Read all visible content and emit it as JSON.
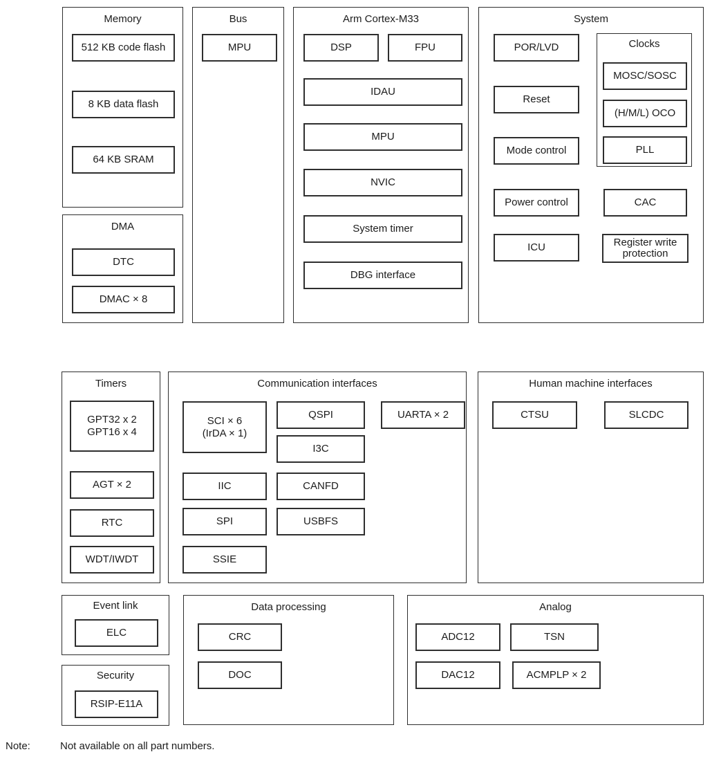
{
  "colors": {
    "background": "#ffffff",
    "border": "#2e2e2e",
    "text": "#1c1c1c"
  },
  "note": {
    "label": "Note:",
    "text": "Not available on all part numbers."
  },
  "panels": {
    "memory": {
      "title": "Memory",
      "items": [
        {
          "label": "512 KB code flash"
        },
        {
          "label": "8 KB data flash"
        },
        {
          "label": "64 KB SRAM"
        }
      ]
    },
    "dma": {
      "title": "DMA",
      "items": [
        {
          "label": "DTC"
        },
        {
          "label": "DMAC × 8"
        }
      ]
    },
    "bus": {
      "title": "Bus",
      "items": [
        {
          "label": "MPU"
        }
      ]
    },
    "cortex": {
      "title": "Arm Cortex-M33",
      "items": [
        {
          "label": "DSP"
        },
        {
          "label": "FPU"
        },
        {
          "label": "IDAU"
        },
        {
          "label": "MPU"
        },
        {
          "label": "NVIC"
        },
        {
          "label": "System timer"
        },
        {
          "label": "DBG interface"
        }
      ]
    },
    "system": {
      "title": "System",
      "items": [
        {
          "label": "POR/LVD"
        },
        {
          "label": "Reset"
        },
        {
          "label": "Mode control"
        },
        {
          "label": "Power control"
        },
        {
          "label": "ICU"
        },
        {
          "label": "CAC"
        },
        {
          "label": "Register write protection"
        }
      ],
      "clocks": {
        "title": "Clocks",
        "items": [
          {
            "label": "MOSC/SOSC"
          },
          {
            "label": "(H/M/L) OCO"
          },
          {
            "label": "PLL"
          }
        ]
      }
    },
    "timers": {
      "title": "Timers",
      "items": [
        {
          "lines": [
            "GPT32 x 2",
            "GPT16 x 4"
          ]
        },
        {
          "label": "AGT × 2"
        },
        {
          "label": "RTC"
        },
        {
          "label": "WDT/IWDT"
        }
      ]
    },
    "comm": {
      "title": "Communication interfaces",
      "items": [
        {
          "lines": [
            "SCI × 6",
            "(IrDA × 1)"
          ]
        },
        {
          "label": "QSPI"
        },
        {
          "label": "I3C"
        },
        {
          "label": "UARTA × 2"
        },
        {
          "label": "IIC"
        },
        {
          "label": "CANFD"
        },
        {
          "label": "SPI"
        },
        {
          "label": "USBFS"
        },
        {
          "label": "SSIE"
        }
      ]
    },
    "hmi": {
      "title": "Human machine interfaces",
      "items": [
        {
          "label": "CTSU"
        },
        {
          "label": "SLCDC"
        }
      ]
    },
    "event_link": {
      "title": "Event link",
      "items": [
        {
          "label": "ELC"
        }
      ]
    },
    "security": {
      "title": "Security",
      "items": [
        {
          "label": "RSIP-E11A"
        }
      ]
    },
    "data_processing": {
      "title": "Data processing",
      "items": [
        {
          "label": "CRC"
        },
        {
          "label": "DOC"
        }
      ]
    },
    "analog": {
      "title": "Analog",
      "items": [
        {
          "label": "ADC12"
        },
        {
          "label": "TSN"
        },
        {
          "label": "DAC12"
        },
        {
          "label": "ACMPLP × 2"
        }
      ]
    }
  }
}
